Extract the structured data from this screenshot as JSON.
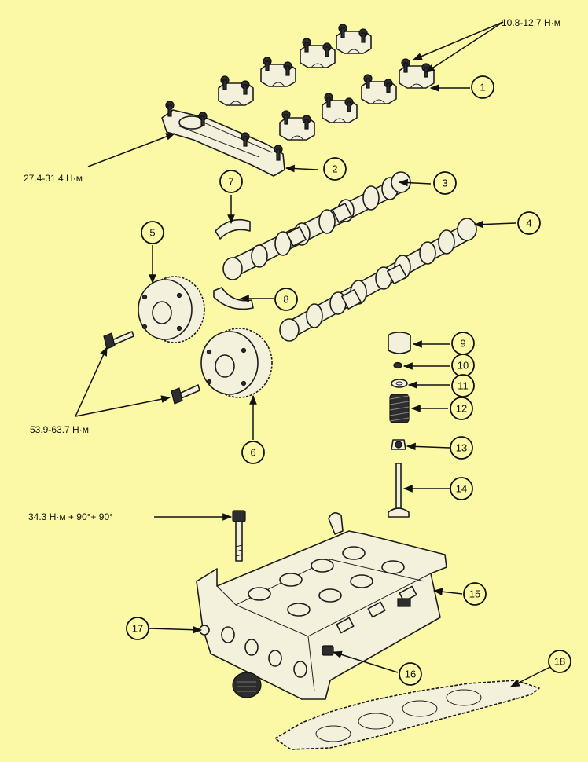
{
  "torque": {
    "bearing_cap_bolts": "10.8-12.7 Н·м",
    "front_cap_bolts": "27.4-31.4 Н·м",
    "sprocket_bolts": "53.9-63.7 Н·м",
    "head_bolts": "34.3 Н·м + 90°+ 90°"
  },
  "callouts": {
    "c1": "1",
    "c2": "2",
    "c3": "3",
    "c4": "4",
    "c5": "5",
    "c6": "6",
    "c7": "7",
    "c8": "8",
    "c9": "9",
    "c10": "10",
    "c11": "11",
    "c12": "12",
    "c13": "13",
    "c14": "14",
    "c15": "15",
    "c16": "16",
    "c17": "17",
    "c18": "18"
  },
  "colors": {
    "background": "#fbf9a6",
    "line": "#111111"
  }
}
